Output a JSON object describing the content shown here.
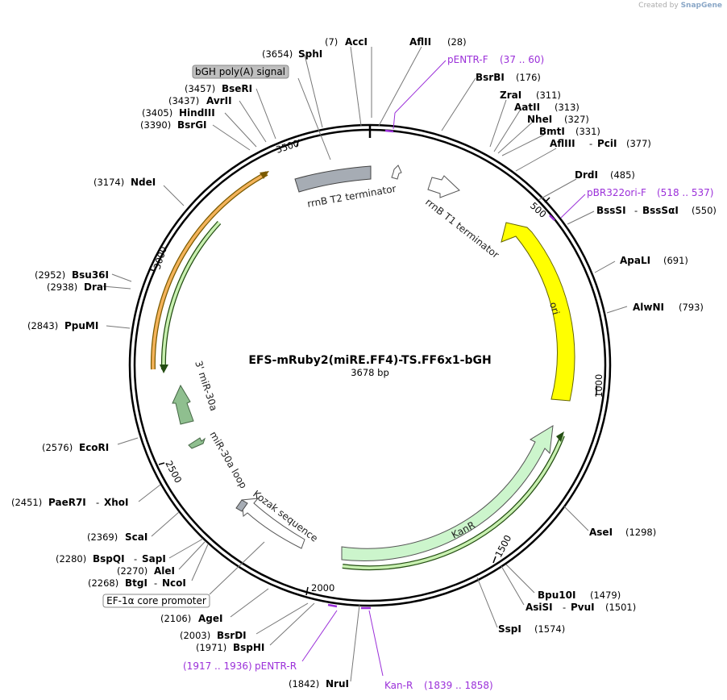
{
  "credit": {
    "prefix": "Created by",
    "brand": "SnapGene"
  },
  "title": "EFS-mRuby2(miRE.FF4)-TS.FF6x1-bGH",
  "length": "3678 bp",
  "total_bp": 3678,
  "colors": {
    "ori": "#ffff00",
    "kanr": "#ccf5cc",
    "terminator": "#a6acb4",
    "mir": "#8fbf8f",
    "primer": "#9b30d9",
    "orange_arc": "#e8a23a",
    "green_arc": "#2e7d1e"
  },
  "ticks": [
    "500",
    "1000",
    "1500",
    "2000",
    "2500",
    "3000",
    "3500"
  ],
  "sites": [
    {
      "name": "AccI",
      "pos": "(7)"
    },
    {
      "name": "AflII",
      "pos": "(28)"
    },
    {
      "name": "BsrBI",
      "pos": "(176)"
    },
    {
      "name": "ZraI",
      "pos": "(311)"
    },
    {
      "name": "AatII",
      "pos": "(313)"
    },
    {
      "name": "NheI",
      "pos": "(327)"
    },
    {
      "name": "BmtI",
      "pos": "(331)"
    },
    {
      "name": "AflIII",
      "pos": "(377)",
      "extra": "PciI"
    },
    {
      "name": "DrdI",
      "pos": "(485)"
    },
    {
      "name": "BssSI",
      "pos": "(550)",
      "extra": "BssSαI"
    },
    {
      "name": "ApaLI",
      "pos": "(691)"
    },
    {
      "name": "AlwNI",
      "pos": "(793)"
    },
    {
      "name": "AseI",
      "pos": "(1298)"
    },
    {
      "name": "Bpu10I",
      "pos": "(1479)"
    },
    {
      "name": "AsiSI",
      "pos": "(1501)",
      "extra": "PvuI"
    },
    {
      "name": "SspI",
      "pos": "(1574)"
    },
    {
      "name": "NruI",
      "pos": "(1842)"
    },
    {
      "name": "BspHI",
      "pos": "(1971)"
    },
    {
      "name": "BsrDI",
      "pos": "(2003)"
    },
    {
      "name": "AgeI",
      "pos": "(2106)"
    },
    {
      "name": "BtgI",
      "pos": "(2268)",
      "extra": "NcoI"
    },
    {
      "name": "AleI",
      "pos": "(2270)"
    },
    {
      "name": "BspQI",
      "pos": "(2280)",
      "extra": "SapI"
    },
    {
      "name": "ScaI",
      "pos": "(2369)"
    },
    {
      "name": "PaeR7I",
      "pos": "(2451)",
      "extra": "XhoI"
    },
    {
      "name": "EcoRI",
      "pos": "(2576)"
    },
    {
      "name": "PpuMI",
      "pos": "(2843)"
    },
    {
      "name": "DraI",
      "pos": "(2938)"
    },
    {
      "name": "Bsu36I",
      "pos": "(2952)"
    },
    {
      "name": "NdeI",
      "pos": "(3174)"
    },
    {
      "name": "BsrGI",
      "pos": "(3390)"
    },
    {
      "name": "HindIII",
      "pos": "(3405)"
    },
    {
      "name": "AvrII",
      "pos": "(3437)"
    },
    {
      "name": "BseRI",
      "pos": "(3457)"
    },
    {
      "name": "SphI",
      "pos": "(3654)"
    }
  ],
  "primers": [
    {
      "name": "pENTR-F",
      "range": "(37 .. 60)"
    },
    {
      "name": "pBR322ori-F",
      "range": "(518 .. 537)"
    },
    {
      "name": "Kan-R",
      "range": "(1839 .. 1858)"
    },
    {
      "name": "pENTR-R",
      "range": "(1917 .. 1936)"
    }
  ],
  "features": {
    "rrnb_t1": "rrnB T1 terminator",
    "rrnb_t2": "rrnB T2 terminator",
    "ori": "ori",
    "kanr": "KanR",
    "mir30a_3": "3' miR-30a",
    "mir30a_loop": "miR-30a loop",
    "kozak": "Kozak sequence"
  },
  "boxed_labels": {
    "bgh": "bGH poly(A) signal",
    "efs": "EF-1α core promoter"
  }
}
